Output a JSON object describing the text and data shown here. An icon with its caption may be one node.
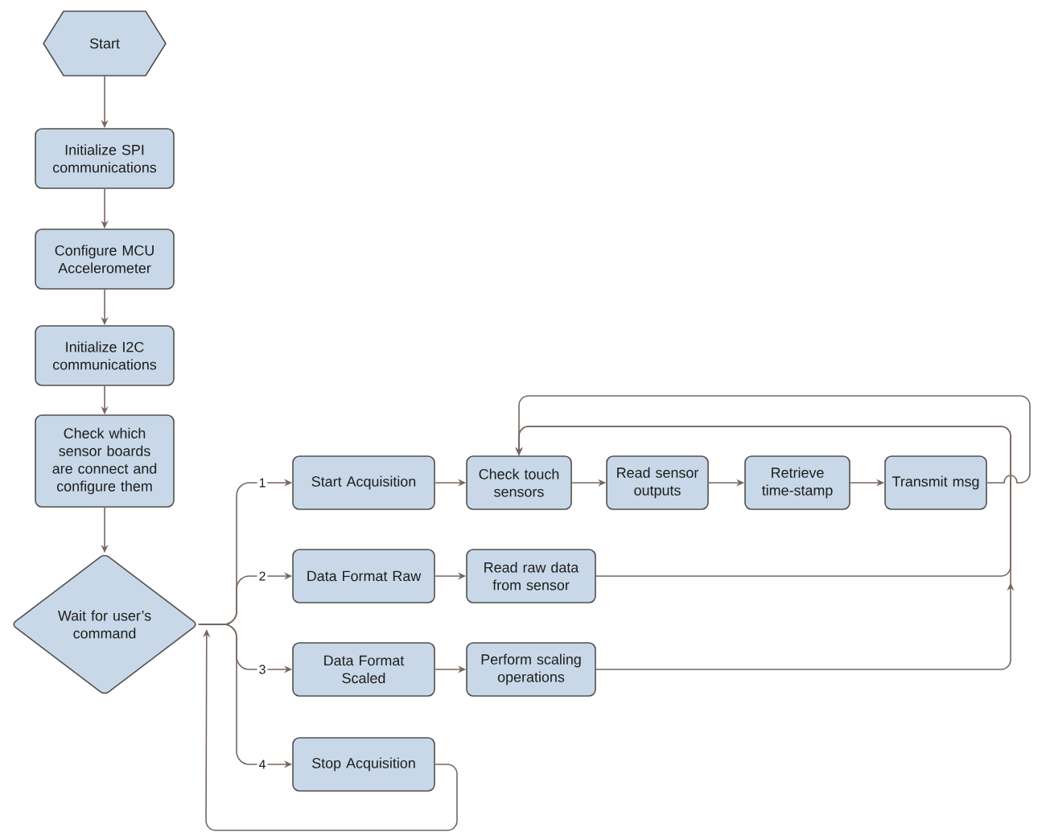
{
  "diagram": {
    "nodes": [
      {
        "text": [
          "Start"
        ]
      },
      {
        "text": [
          "Initialize SPI communications"
        ]
      },
      {
        "text": [
          "Configure MCU Accelerometer"
        ]
      },
      {
        "text": [
          "Initialize I2C communications"
        ]
      },
      {
        "text": [
          "Check which sensor boards are connect and configure them"
        ]
      },
      {
        "text": [
          "Wait for user’s command"
        ]
      },
      {
        "text": [
          "Start Acquisition"
        ]
      },
      {
        "text": [
          "Check touch sensors"
        ]
      },
      {
        "text": [
          "Read sensor outputs"
        ]
      },
      {
        "text": [
          "Retrieve time-stamp"
        ]
      },
      {
        "text": [
          "Transmit msg"
        ]
      },
      {
        "text": [
          "Data Format Raw"
        ]
      },
      {
        "text": [
          "Read raw data from sensor"
        ]
      },
      {
        "text": [
          "Data Format Scaled"
        ]
      },
      {
        "text": [
          "Perform scaling operations"
        ]
      },
      {
        "text": [
          "Stop Acquisition"
        ]
      }
    ],
    "edges": [
      {
        "from": 0,
        "to": 1,
        "arrow": "to"
      },
      {
        "from": 1,
        "to": 2,
        "arrow": "to"
      },
      {
        "from": 2,
        "to": 3,
        "arrow": "to"
      },
      {
        "from": 3,
        "to": 4,
        "arrow": "to"
      },
      {
        "from": 4,
        "to": 5,
        "arrow": "to"
      },
      {
        "from": 5,
        "to": 6,
        "arrow": "to",
        "label": "1"
      },
      {
        "from": 5,
        "to": 11,
        "arrow": "to",
        "label": "2"
      },
      {
        "from": 5,
        "to": 13,
        "arrow": "to",
        "label": "3"
      },
      {
        "from": 5,
        "to": 15,
        "arrow": "to",
        "label": "4"
      },
      {
        "from": 6,
        "to": 7,
        "arrow": "to"
      },
      {
        "from": 7,
        "to": 8,
        "arrow": "to"
      },
      {
        "from": 8,
        "to": 9,
        "arrow": "to"
      },
      {
        "from": 9,
        "to": 10,
        "arrow": "to"
      },
      {
        "from": 10,
        "to": 7,
        "arrow": "to"
      },
      {
        "from": 11,
        "to": 12,
        "arrow": "to"
      },
      {
        "from": 12,
        "to": 7,
        "arrow": "to"
      },
      {
        "from": 13,
        "to": 14,
        "arrow": "to"
      },
      {
        "from": 14,
        "to": 7,
        "arrow": "to"
      },
      {
        "from": 15,
        "to": 5,
        "arrow": "to"
      }
    ]
  }
}
